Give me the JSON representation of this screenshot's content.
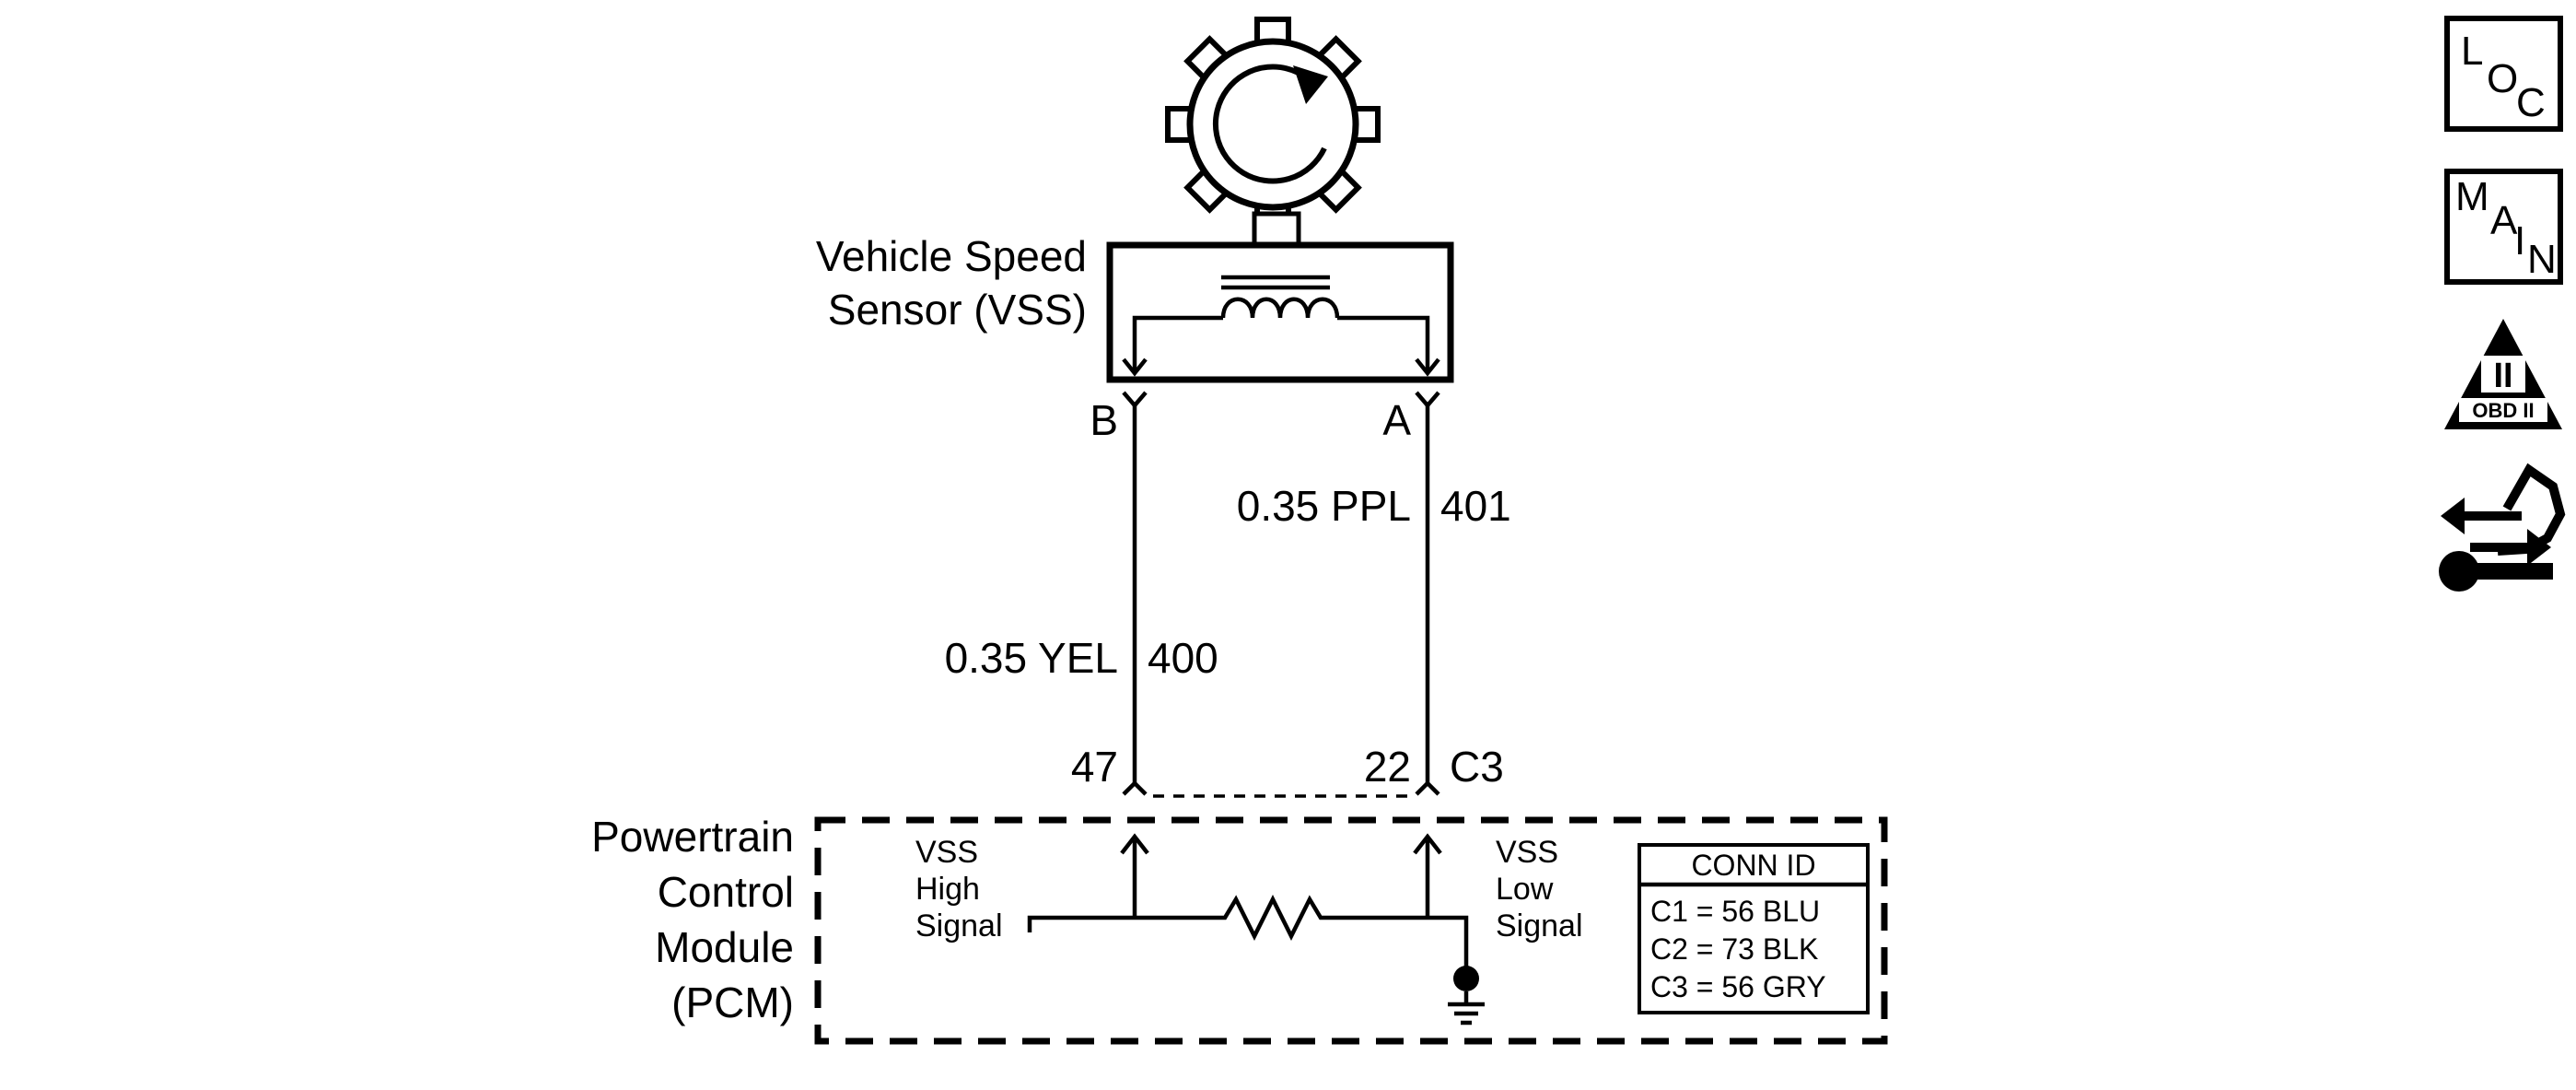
{
  "sensor": {
    "name_line1": "Vehicle Speed",
    "name_line2": "Sensor (VSS)",
    "terminal_b": "B",
    "terminal_a": "A"
  },
  "wires": {
    "high": {
      "gauge_color": "0.35 YEL",
      "circuit": "400",
      "pin": "47"
    },
    "low": {
      "gauge_color": "0.35 PPL",
      "circuit": "401",
      "pin": "22"
    },
    "connector": "C3"
  },
  "pcm": {
    "name_lines": [
      "Powertrain",
      "Control",
      "Module",
      "(PCM)"
    ],
    "high_signal_lines": [
      "VSS",
      "High",
      "Signal"
    ],
    "low_signal_lines": [
      "VSS",
      "Low",
      "Signal"
    ]
  },
  "conn_id": {
    "title": "CONN ID",
    "rows": [
      "C1 = 56 BLU",
      "C2 = 73 BLK",
      "C3 = 56 GRY"
    ]
  },
  "nav": {
    "loc": [
      "L",
      "O",
      "C"
    ],
    "main": [
      "M",
      "A",
      "I",
      "N"
    ],
    "obd": {
      "numeral": "II",
      "label": "OBD II"
    },
    "service_icon": "wrench-arrows-icon"
  }
}
